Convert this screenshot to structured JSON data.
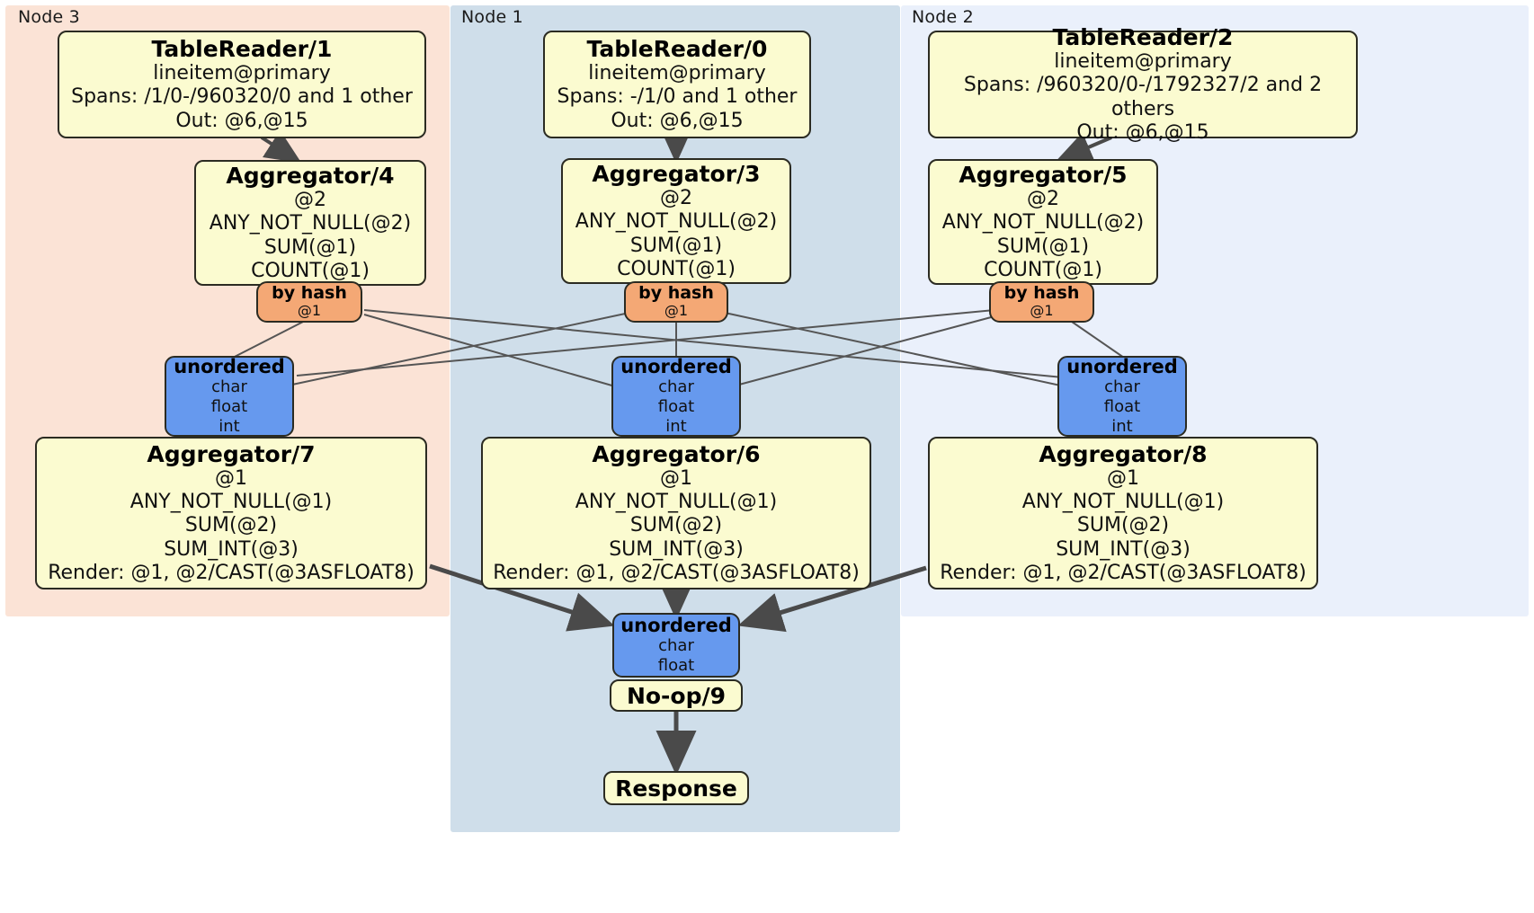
{
  "diagram": {
    "type": "distributed-query-plan",
    "colors": {
      "node3_panel": "#fbe3d6",
      "node1_panel": "#cfdeea",
      "node2_panel": "#eaf0fb",
      "processor_fill": "#fbfbd0",
      "hash_router_fill": "#f4a875",
      "sync_fill": "#6699ee",
      "edge": "#4a4a4a"
    }
  },
  "panels": [
    {
      "label": "Node 3"
    },
    {
      "label": "Node 1"
    },
    {
      "label": "Node 2"
    }
  ],
  "table_readers": [
    {
      "title": "TableReader/1",
      "table": "lineitem@primary",
      "spans": "Spans: /1/0-/960320/0 and 1 other",
      "out": "Out: @6,@15"
    },
    {
      "title": "TableReader/0",
      "table": "lineitem@primary",
      "spans": "Spans: -/1/0 and 1 other",
      "out": "Out: @6,@15"
    },
    {
      "title": "TableReader/2",
      "table": "lineitem@primary",
      "spans": "Spans: /960320/0-/1792327/2 and 2 others",
      "out": "Out: @6,@15"
    }
  ],
  "aggregators_upper": [
    {
      "title": "Aggregator/4",
      "group": "@2",
      "agg1": "ANY_NOT_NULL(@2)",
      "agg2": "SUM(@1)",
      "agg3": "COUNT(@1)"
    },
    {
      "title": "Aggregator/3",
      "group": "@2",
      "agg1": "ANY_NOT_NULL(@2)",
      "agg2": "SUM(@1)",
      "agg3": "COUNT(@1)"
    },
    {
      "title": "Aggregator/5",
      "group": "@2",
      "agg1": "ANY_NOT_NULL(@2)",
      "agg2": "SUM(@1)",
      "agg3": "COUNT(@1)"
    }
  ],
  "hash_routers": [
    {
      "title": "by hash",
      "column": "@1"
    },
    {
      "title": "by hash",
      "column": "@1"
    },
    {
      "title": "by hash",
      "column": "@1"
    }
  ],
  "sync_upper": [
    {
      "title": "unordered",
      "types": [
        "char",
        "float",
        "int"
      ]
    },
    {
      "title": "unordered",
      "types": [
        "char",
        "float",
        "int"
      ]
    },
    {
      "title": "unordered",
      "types": [
        "char",
        "float",
        "int"
      ]
    }
  ],
  "aggregators_lower": [
    {
      "title": "Aggregator/7",
      "group": "@1",
      "agg1": "ANY_NOT_NULL(@1)",
      "agg2": "SUM(@2)",
      "agg3": "SUM_INT(@3)",
      "render": "Render: @1, @2/CAST(@3ASFLOAT8)"
    },
    {
      "title": "Aggregator/6",
      "group": "@1",
      "agg1": "ANY_NOT_NULL(@1)",
      "agg2": "SUM(@2)",
      "agg3": "SUM_INT(@3)",
      "render": "Render: @1, @2/CAST(@3ASFLOAT8)"
    },
    {
      "title": "Aggregator/8",
      "group": "@1",
      "agg1": "ANY_NOT_NULL(@1)",
      "agg2": "SUM(@2)",
      "agg3": "SUM_INT(@3)",
      "render": "Render: @1, @2/CAST(@3ASFLOAT8)"
    }
  ],
  "final_sync": {
    "title": "unordered",
    "types": [
      "char",
      "float"
    ]
  },
  "noop": {
    "title": "No-op/9"
  },
  "response": {
    "title": "Response"
  }
}
